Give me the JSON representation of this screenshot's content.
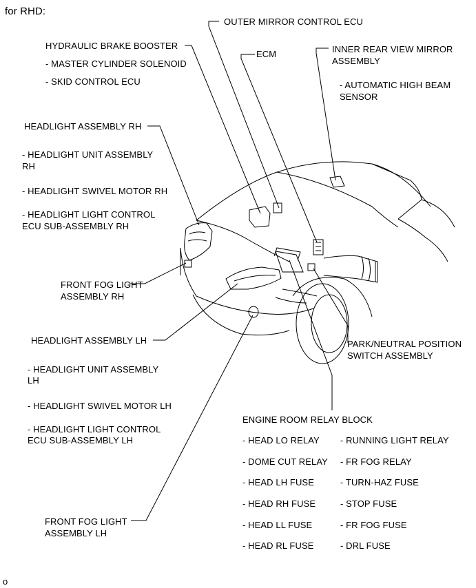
{
  "caption": "for RHD:",
  "footer_mark": "o",
  "labels": {
    "outer_mirror_ecu": "OUTER MIRROR CONTROL ECU",
    "hydraulic_brake_booster": "HYDRAULIC BRAKE BOOSTER",
    "master_cylinder_solenoid": "- MASTER CYLINDER SOLENOID",
    "skid_control_ecu": "- SKID CONTROL ECU",
    "ecm": "ECM",
    "inner_mirror_l1": "INNER REAR VIEW MIRROR",
    "inner_mirror_l2": "ASSEMBLY",
    "auto_high_beam_l1": "- AUTOMATIC HIGH BEAM",
    "auto_high_beam_l2": "SENSOR",
    "headlight_rh": "HEADLIGHT ASSEMBLY RH",
    "headlight_unit_rh_l1": "- HEADLIGHT UNIT ASSEMBLY",
    "headlight_unit_rh_l2": "RH",
    "swivel_motor_rh": "- HEADLIGHT SWIVEL MOTOR RH",
    "light_control_rh_l1": "- HEADLIGHT LIGHT CONTROL",
    "light_control_rh_l2": "ECU SUB-ASSEMBLY RH",
    "front_fog_rh_l1": "FRONT FOG LIGHT",
    "front_fog_rh_l2": "ASSEMBLY RH",
    "headlight_lh": "HEADLIGHT ASSEMBLY LH",
    "headlight_unit_lh_l1": "- HEADLIGHT UNIT ASSEMBLY",
    "headlight_unit_lh_l2": "LH",
    "swivel_motor_lh": "- HEADLIGHT SWIVEL MOTOR LH",
    "light_control_lh_l1": "- HEADLIGHT LIGHT CONTROL",
    "light_control_lh_l2": "ECU SUB-ASSEMBLY LH",
    "park_neutral_l1": "PARK/NEUTRAL POSITION",
    "park_neutral_l2": "SWITCH ASSEMBLY",
    "engine_room_relay_block": "ENGINE ROOM RELAY BLOCK",
    "front_fog_lh_l1": "FRONT FOG LIGHT",
    "front_fog_lh_l2": "ASSEMBLY LH"
  },
  "relay_block_left": [
    "- HEAD LO RELAY",
    "- DOME CUT RELAY",
    "- HEAD LH FUSE",
    "- HEAD RH FUSE",
    "- HEAD LL FUSE",
    "- HEAD RL FUSE"
  ],
  "relay_block_right": [
    "- RUNNING LIGHT RELAY",
    "- FR FOG RELAY",
    "- TURN-HAZ FUSE",
    "- STOP FUSE",
    "- FR FOG FUSE",
    "- DRL FUSE"
  ]
}
